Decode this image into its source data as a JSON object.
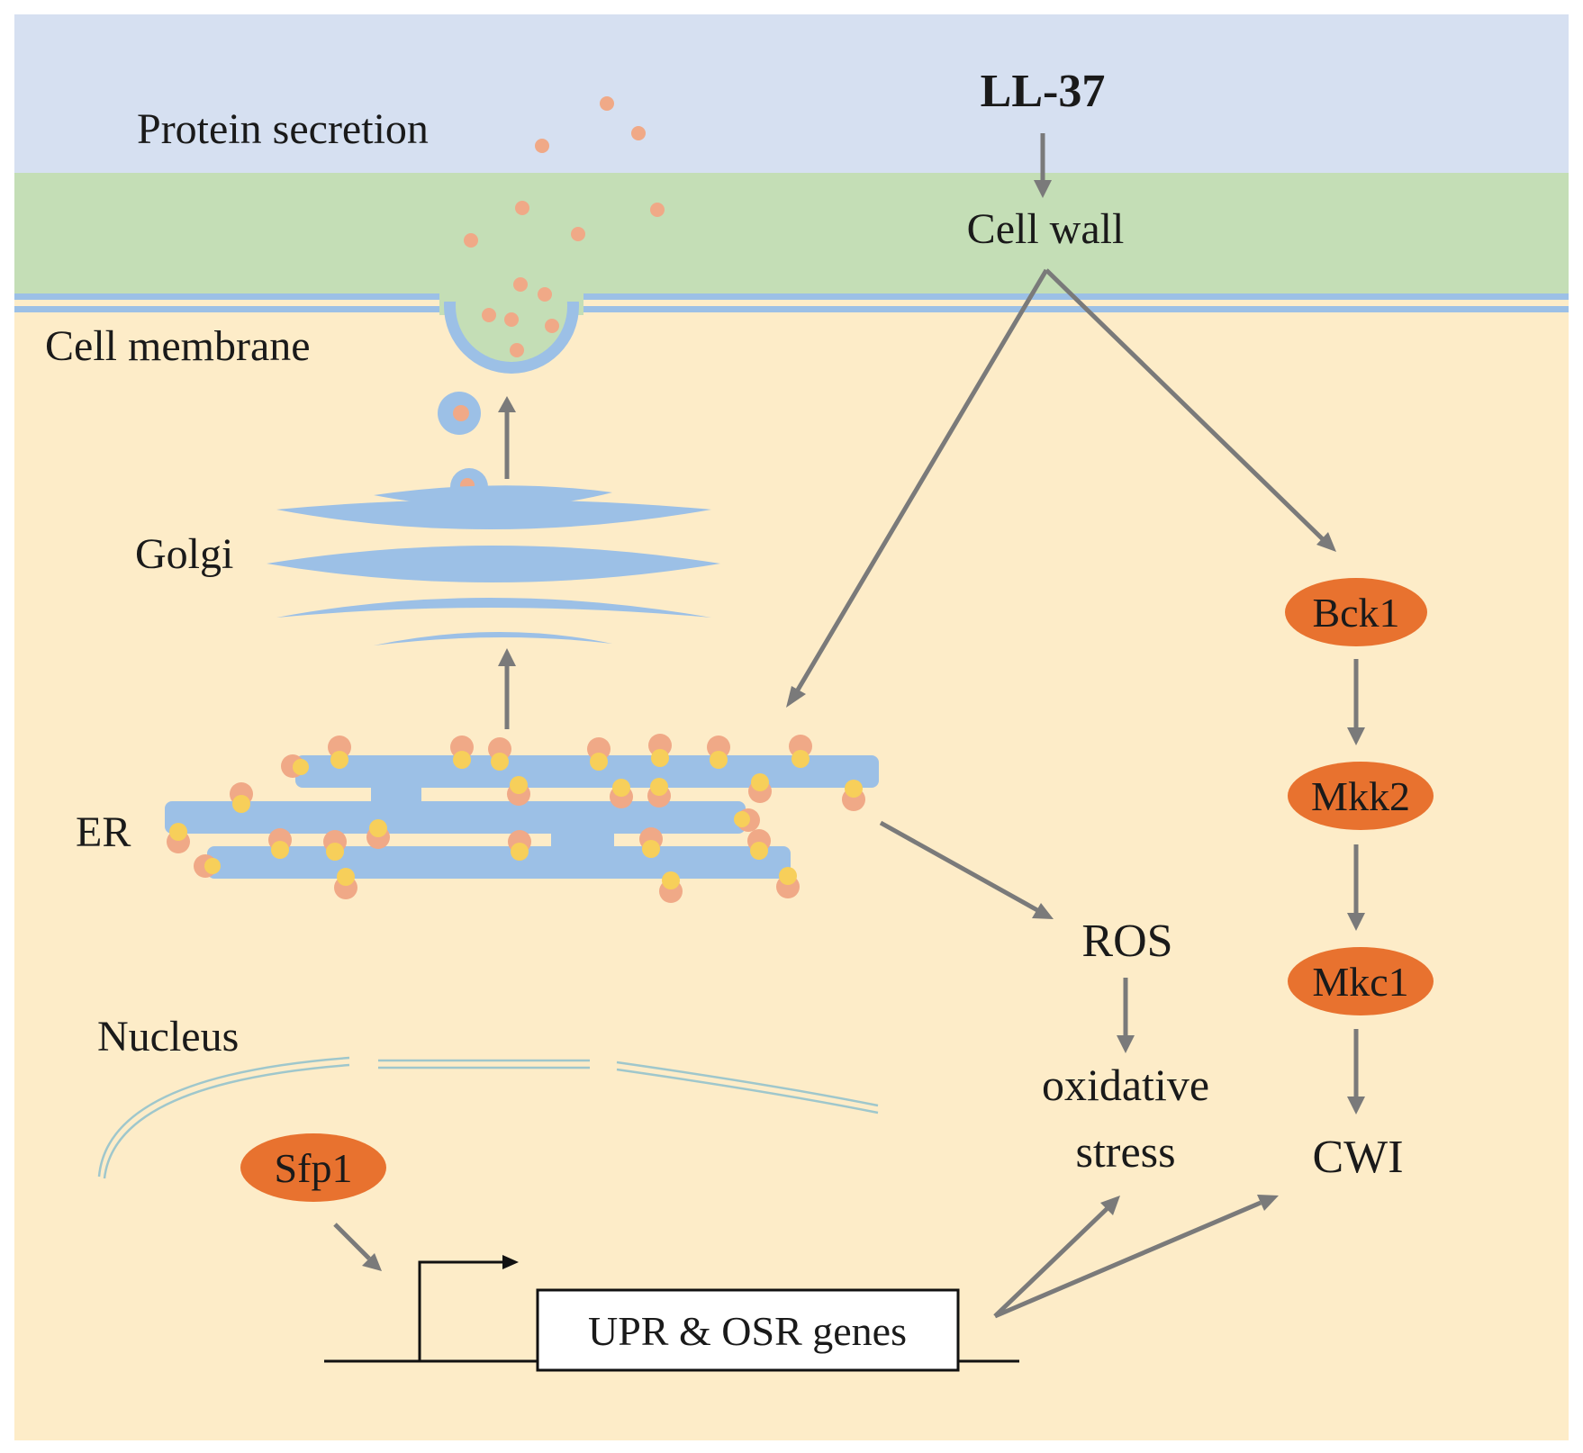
{
  "figure": {
    "ll37": "LL-37",
    "cell_wall": "Cell wall",
    "protein_secretion": "Protein secretion",
    "cell_membrane": "Cell membrane",
    "golgi": "Golgi",
    "er": "ER",
    "ros": "ROS",
    "oxidative": "oxidative",
    "stress": "stress",
    "nucleus": "Nucleus",
    "bck1": "Bck1",
    "mkk2": "Mkk2",
    "mkc1": "Mkc1",
    "cwi": "CWI",
    "sfp1": "Sfp1",
    "genes_box": "UPR & OSR genes"
  },
  "colors": {
    "extracellular": "#d6e0f1",
    "cell_wall_band": "#c4deb6",
    "cytoplasm": "#fdecc8",
    "membrane_blue": "#9cc0e6",
    "kinase_orange": "#e8722f",
    "arrow_gray": "#7a7a7a",
    "cargo_salmon": "#f0a987",
    "er_bead_yellow": "#f7cf5a"
  }
}
